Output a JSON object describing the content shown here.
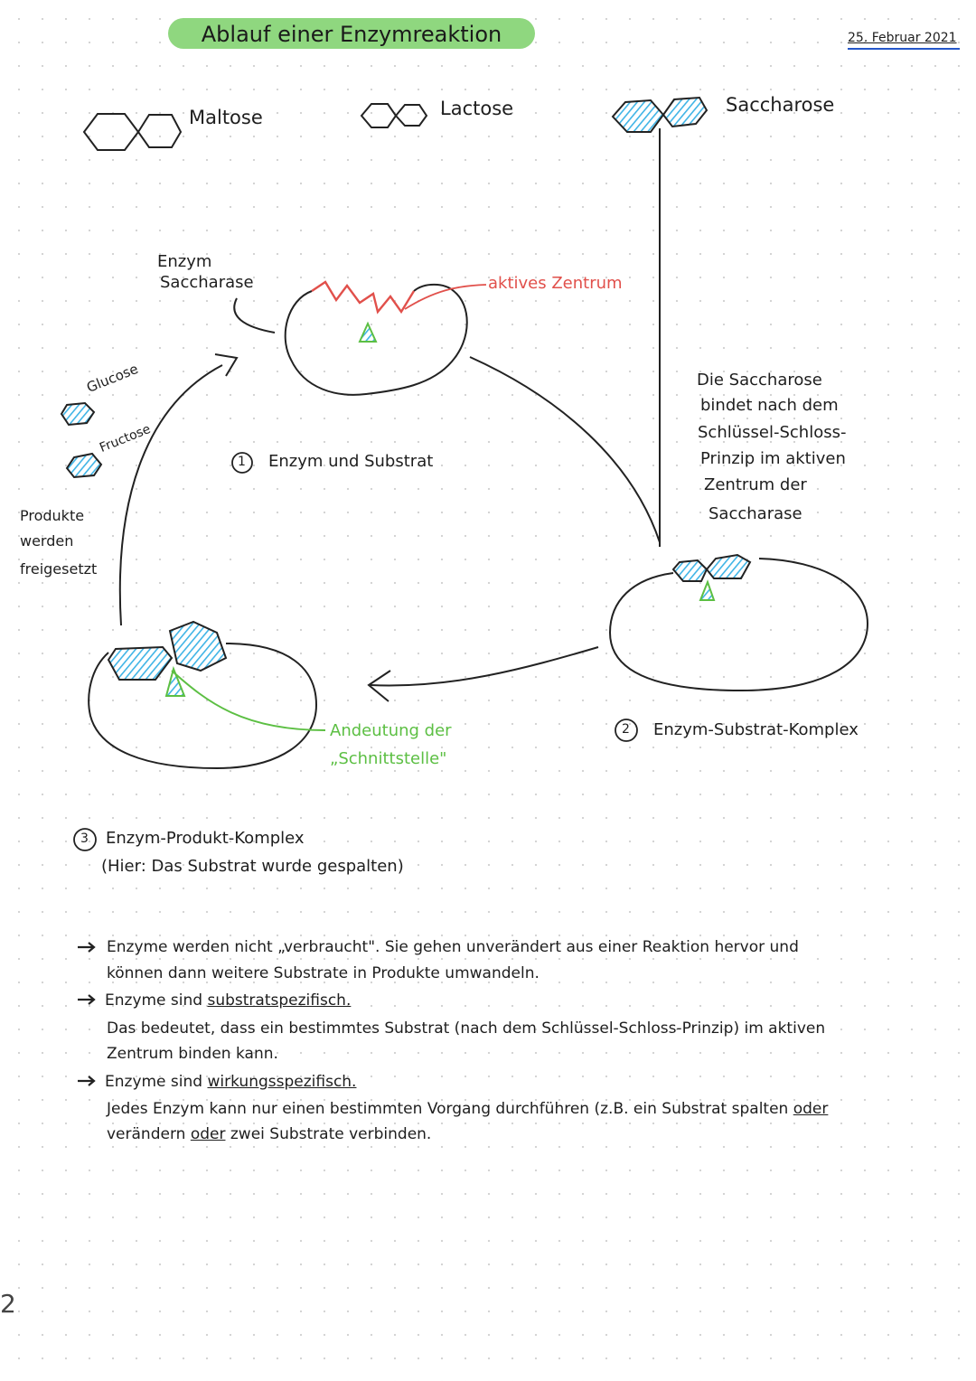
{
  "title": "Ablauf einer Enzymreaktion",
  "date": "25. Februar 2021",
  "page_number": "2",
  "sugars": {
    "maltose": "Maltose",
    "lactose": "Lactose",
    "saccharose": "Saccharose"
  },
  "enzyme_label": {
    "line1": "Enzym",
    "line2": "Saccharase"
  },
  "active_center": "aktives Zentrum",
  "step1": {
    "number": "1",
    "label": "Enzym und Substrat"
  },
  "binding_note": {
    "line1": "Die Saccharose",
    "line2": "bindet nach dem",
    "line3": "Schlüssel-Schloss-",
    "line4": "Prinzip im aktiven",
    "line5": "Zentrum der",
    "line6": "Saccharase"
  },
  "step2": {
    "number": "2",
    "label": "Enzym-Substrat-Komplex"
  },
  "products": {
    "glucose": "Glucose",
    "fructose": "Fructose",
    "released_line1": "Produkte",
    "released_line2": "werden",
    "released_line3": "freigesetzt"
  },
  "cut_note": {
    "line1": "Andeutung der",
    "line2": "„Schnittstelle\""
  },
  "step3": {
    "number": "3",
    "label": "Enzym-Produkt-Komplex",
    "sub": "(Hier: Das Substrat wurde gespalten)"
  },
  "notes": {
    "n1": {
      "line1": "Enzyme werden nicht „verbraucht\". Sie gehen unverändert aus einer Reaktion hervor und",
      "line2": "können dann weitere Substrate in Produkte umwandeln."
    },
    "n2": {
      "prefix": "Enzyme sind ",
      "term": "substratspezifisch.",
      "line2": "Das bedeutet, dass ein bestimmtes Substrat (nach dem Schlüssel-Schloss-Prinzip) im aktiven",
      "line3": "Zentrum binden kann."
    },
    "n3": {
      "prefix": "Enzyme sind ",
      "term": "wirkungsspezifisch.",
      "line2": "Jedes Enzym kann nur einen bestimmten Vorgang durchführen (z.B. ein Substrat spalten ",
      "oder1": "oder",
      "line3a": "verändern ",
      "oder2": "oder",
      "line3b": " zwei Substrate verbinden."
    }
  },
  "colors": {
    "title_highlight": "#8fd77f",
    "active_center": "#e1504b",
    "cut_line": "#5cbf43",
    "glucose_fill": "#3fb4e6",
    "date_underline": "#2456c9"
  }
}
